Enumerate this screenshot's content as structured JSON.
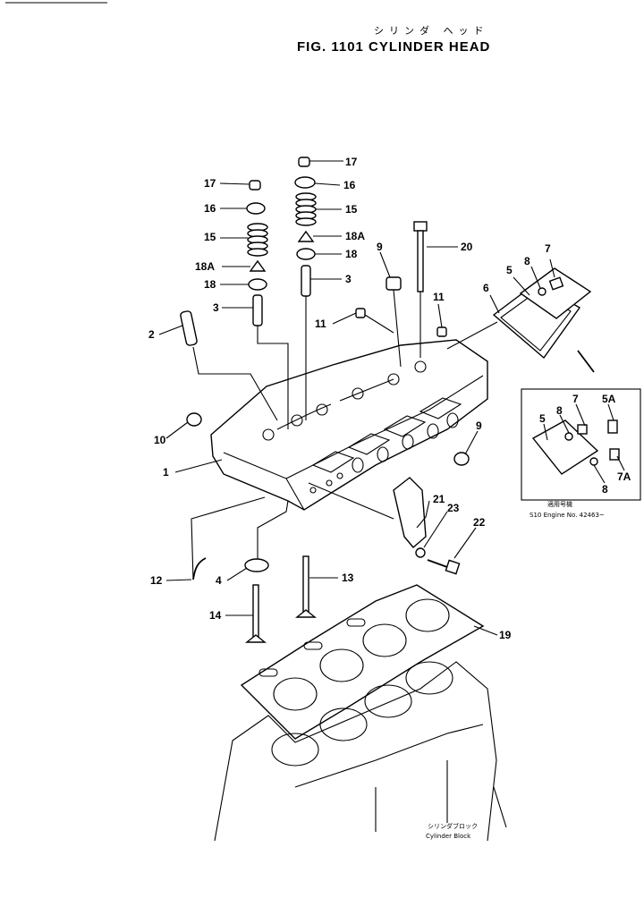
{
  "header": {
    "title_jp": "シリンダ ヘッド",
    "title_en": "FIG. 1101  CYLINDER HEAD"
  },
  "callouts": [
    {
      "id": "c17a",
      "text": "17"
    },
    {
      "id": "c16a",
      "text": "16"
    },
    {
      "id": "c15a",
      "text": "15"
    },
    {
      "id": "c18Aa",
      "text": "18A"
    },
    {
      "id": "c18a",
      "text": "18"
    },
    {
      "id": "c3a",
      "text": "3"
    },
    {
      "id": "c2",
      "text": "2"
    },
    {
      "id": "c17b",
      "text": "17"
    },
    {
      "id": "c16b",
      "text": "16"
    },
    {
      "id": "c15b",
      "text": "15"
    },
    {
      "id": "c18Ab",
      "text": "18A"
    },
    {
      "id": "c18b",
      "text": "18"
    },
    {
      "id": "c3b",
      "text": "3"
    },
    {
      "id": "c9a",
      "text": "9"
    },
    {
      "id": "c20",
      "text": "20"
    },
    {
      "id": "c11a",
      "text": "11"
    },
    {
      "id": "c11b",
      "text": "11"
    },
    {
      "id": "c8a",
      "text": "8"
    },
    {
      "id": "c7a",
      "text": "7"
    },
    {
      "id": "c5a",
      "text": "5"
    },
    {
      "id": "c6",
      "text": "6"
    },
    {
      "id": "c7b",
      "text": "7"
    },
    {
      "id": "c5A",
      "text": "5A"
    },
    {
      "id": "c8b",
      "text": "8"
    },
    {
      "id": "c5b",
      "text": "5"
    },
    {
      "id": "c7A",
      "text": "7A"
    },
    {
      "id": "c8c",
      "text": "8"
    },
    {
      "id": "c10",
      "text": "10"
    },
    {
      "id": "c1",
      "text": "1"
    },
    {
      "id": "c9b",
      "text": "9"
    },
    {
      "id": "c21",
      "text": "21"
    },
    {
      "id": "c23",
      "text": "23"
    },
    {
      "id": "c22",
      "text": "22"
    },
    {
      "id": "c12",
      "text": "12"
    },
    {
      "id": "c4",
      "text": "4"
    },
    {
      "id": "c13",
      "text": "13"
    },
    {
      "id": "c14",
      "text": "14"
    },
    {
      "id": "c19",
      "text": "19"
    }
  ],
  "inset": {
    "note_jp": "適用号機",
    "note_en": "S10 Engine No. 42463~"
  },
  "block_caption": {
    "jp": "シリンダブロック",
    "en": "Cylinder Block"
  }
}
